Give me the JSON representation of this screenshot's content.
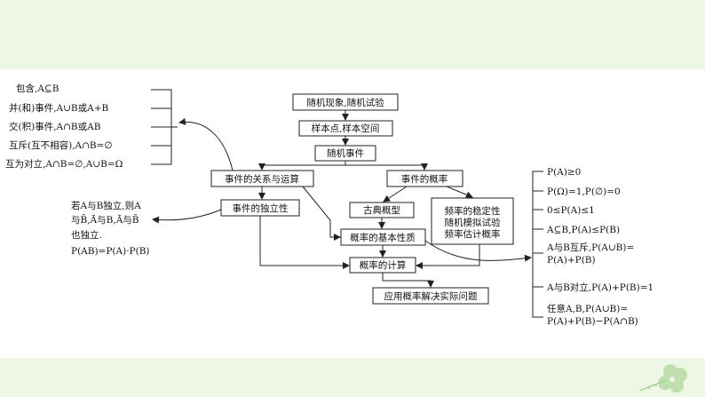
{
  "center": {
    "top": "随机现象,随机试验",
    "sample": "样本点,样本空间",
    "event": "随机事件",
    "relations": "事件的关系与运算",
    "prob": "事件的概率",
    "indep": "事件的独立性",
    "classic": "古典概型",
    "freq": [
      "频率的稳定性",
      "随机模拟试验",
      "频率估计概率"
    ],
    "basic": "概率的基本性质",
    "calc": "概率的计算",
    "apply": "应用概率解决实际问题"
  },
  "left_relations": [
    "包含,A⊆B",
    "并(和)事件,A∪B或A+B",
    "交(积)事件,A∩B或AB",
    "互斥(互不相容),A∩B=∅",
    "互为对立,A∩B=∅,A∪B=Ω"
  ],
  "indep_note": [
    "若A与B独立,则A",
    "与B̄,Ā与B,Ā与B̄",
    "也独立.",
    "P(AB)=P(A)·P(B)"
  ],
  "right_props": [
    [
      "P(A)≥0"
    ],
    [
      "P(Ω)=1,P(∅)=0"
    ],
    [
      "0≤P(A)≤1"
    ],
    [
      "A⊆B,P(A)≤P(B)"
    ],
    [
      "A与B互斥,P(A∪B)=",
      "P(A)+P(B)"
    ],
    [
      "A与B对立,P(A)+P(B)=1"
    ],
    [
      "任意A,B,P(A∪B)=",
      "P(A)+P(B)−P(A∩B)"
    ]
  ]
}
